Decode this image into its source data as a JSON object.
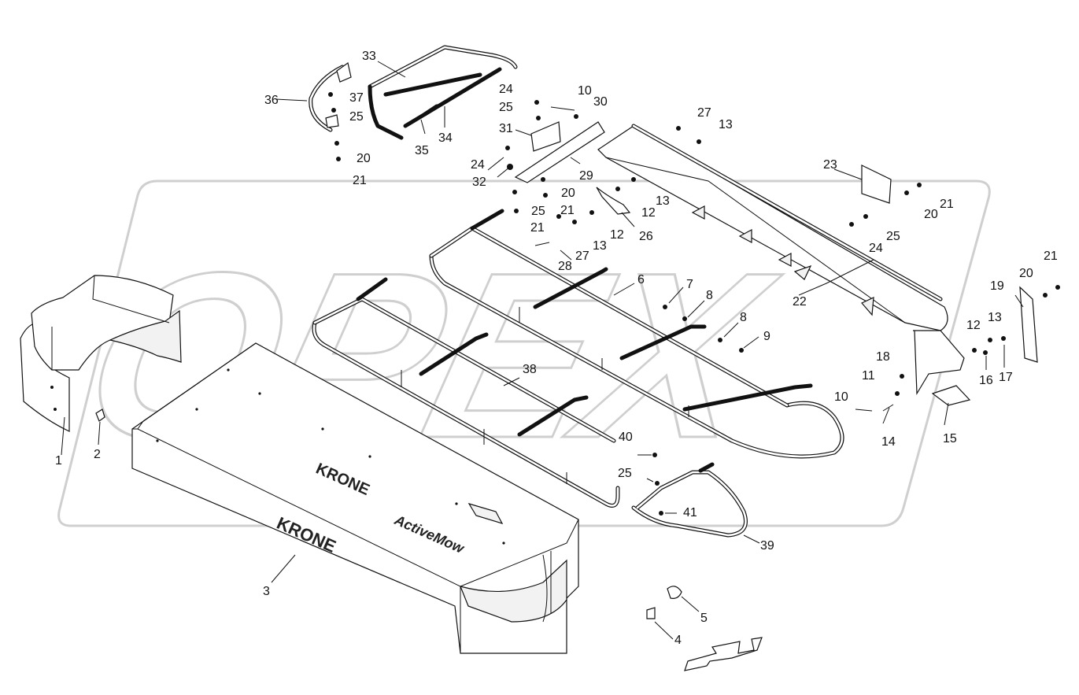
{
  "diagram": {
    "brand_text": "KRONE",
    "model_text": "ActiveMow",
    "watermark_text": "OPEX",
    "colors": {
      "line": "#111111",
      "watermark": "#cfcfcf",
      "background": "#ffffff"
    },
    "callouts": [
      {
        "id": "c1",
        "text": "1"
      },
      {
        "id": "c2",
        "text": "2"
      },
      {
        "id": "c3",
        "text": "3"
      },
      {
        "id": "c4",
        "text": "4"
      },
      {
        "id": "c5",
        "text": "5"
      },
      {
        "id": "c6",
        "text": "6"
      },
      {
        "id": "c7",
        "text": "7"
      },
      {
        "id": "c8a",
        "text": "8"
      },
      {
        "id": "c8b",
        "text": "8"
      },
      {
        "id": "c9",
        "text": "9"
      },
      {
        "id": "c10a",
        "text": "10"
      },
      {
        "id": "c10b",
        "text": "10"
      },
      {
        "id": "c11",
        "text": "11"
      },
      {
        "id": "c12a",
        "text": "12"
      },
      {
        "id": "c12b",
        "text": "12"
      },
      {
        "id": "c12c",
        "text": "12"
      },
      {
        "id": "c13a",
        "text": "13"
      },
      {
        "id": "c13b",
        "text": "13"
      },
      {
        "id": "c13c",
        "text": "13"
      },
      {
        "id": "c13d",
        "text": "13"
      },
      {
        "id": "c14",
        "text": "14"
      },
      {
        "id": "c15",
        "text": "15"
      },
      {
        "id": "c16",
        "text": "16"
      },
      {
        "id": "c17",
        "text": "17"
      },
      {
        "id": "c18",
        "text": "18"
      },
      {
        "id": "c19",
        "text": "19"
      },
      {
        "id": "c20a",
        "text": "20"
      },
      {
        "id": "c20b",
        "text": "20"
      },
      {
        "id": "c20c",
        "text": "20"
      },
      {
        "id": "c20d",
        "text": "20"
      },
      {
        "id": "c21a",
        "text": "21"
      },
      {
        "id": "c21b",
        "text": "21"
      },
      {
        "id": "c21c",
        "text": "21"
      },
      {
        "id": "c21d",
        "text": "21"
      },
      {
        "id": "c21e",
        "text": "21"
      },
      {
        "id": "c22",
        "text": "22"
      },
      {
        "id": "c23",
        "text": "23"
      },
      {
        "id": "c24a",
        "text": "24"
      },
      {
        "id": "c24b",
        "text": "24"
      },
      {
        "id": "c24c",
        "text": "24"
      },
      {
        "id": "c25a",
        "text": "25"
      },
      {
        "id": "c25b",
        "text": "25"
      },
      {
        "id": "c25c",
        "text": "25"
      },
      {
        "id": "c25d",
        "text": "25"
      },
      {
        "id": "c25e",
        "text": "25"
      },
      {
        "id": "c26",
        "text": "26"
      },
      {
        "id": "c27a",
        "text": "27"
      },
      {
        "id": "c27b",
        "text": "27"
      },
      {
        "id": "c28",
        "text": "28"
      },
      {
        "id": "c29",
        "text": "29"
      },
      {
        "id": "c30",
        "text": "30"
      },
      {
        "id": "c31",
        "text": "31"
      },
      {
        "id": "c32",
        "text": "32"
      },
      {
        "id": "c33",
        "text": "33"
      },
      {
        "id": "c34",
        "text": "34"
      },
      {
        "id": "c35",
        "text": "35"
      },
      {
        "id": "c36",
        "text": "36"
      },
      {
        "id": "c37",
        "text": "37"
      },
      {
        "id": "c38",
        "text": "38"
      },
      {
        "id": "c39",
        "text": "39"
      },
      {
        "id": "c40",
        "text": "40"
      },
      {
        "id": "c41",
        "text": "41"
      }
    ]
  }
}
